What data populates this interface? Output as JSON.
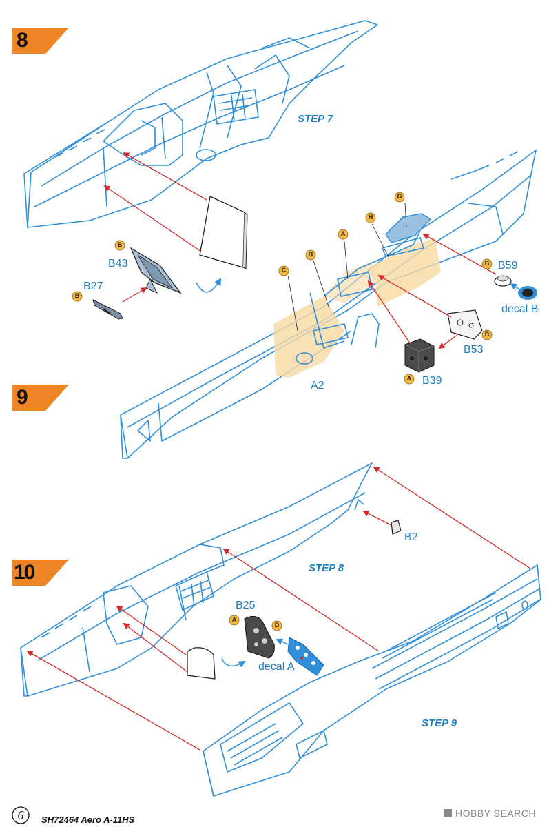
{
  "steps": [
    {
      "number": "8",
      "ref": "STEP 7"
    },
    {
      "number": "9",
      "ref": "STEP 8"
    },
    {
      "number": "10",
      "ref": "STEP 9"
    }
  ],
  "parts": {
    "b43": "B43",
    "b27": "B27",
    "b59": "B59",
    "decal_b": "decal B",
    "b53": "B53",
    "b39": "B39",
    "a2": "A2",
    "b2": "B2",
    "b25": "B25",
    "decal_a": "decal A"
  },
  "paint_callouts": {
    "b43": "B",
    "b27": "B",
    "c": "C",
    "b_step9": "B",
    "a_step9": "A",
    "h": "H",
    "g": "G",
    "b59": "B",
    "b53": "B",
    "b39": "A",
    "b25_a": "A",
    "b25_d": "D"
  },
  "footer": {
    "page_number": "6",
    "title": "SH72464 Aero A-11HS",
    "watermark": "HOBBY SEARCH"
  },
  "colors": {
    "line_blue": "#2f8fd8",
    "arrow_red": "#d42a2a",
    "step_orange": "#ee8524",
    "highlight_yellow": "#f7d9a4",
    "paint_drop": "#f4b63f",
    "part_gray": "#7a8fa6"
  }
}
